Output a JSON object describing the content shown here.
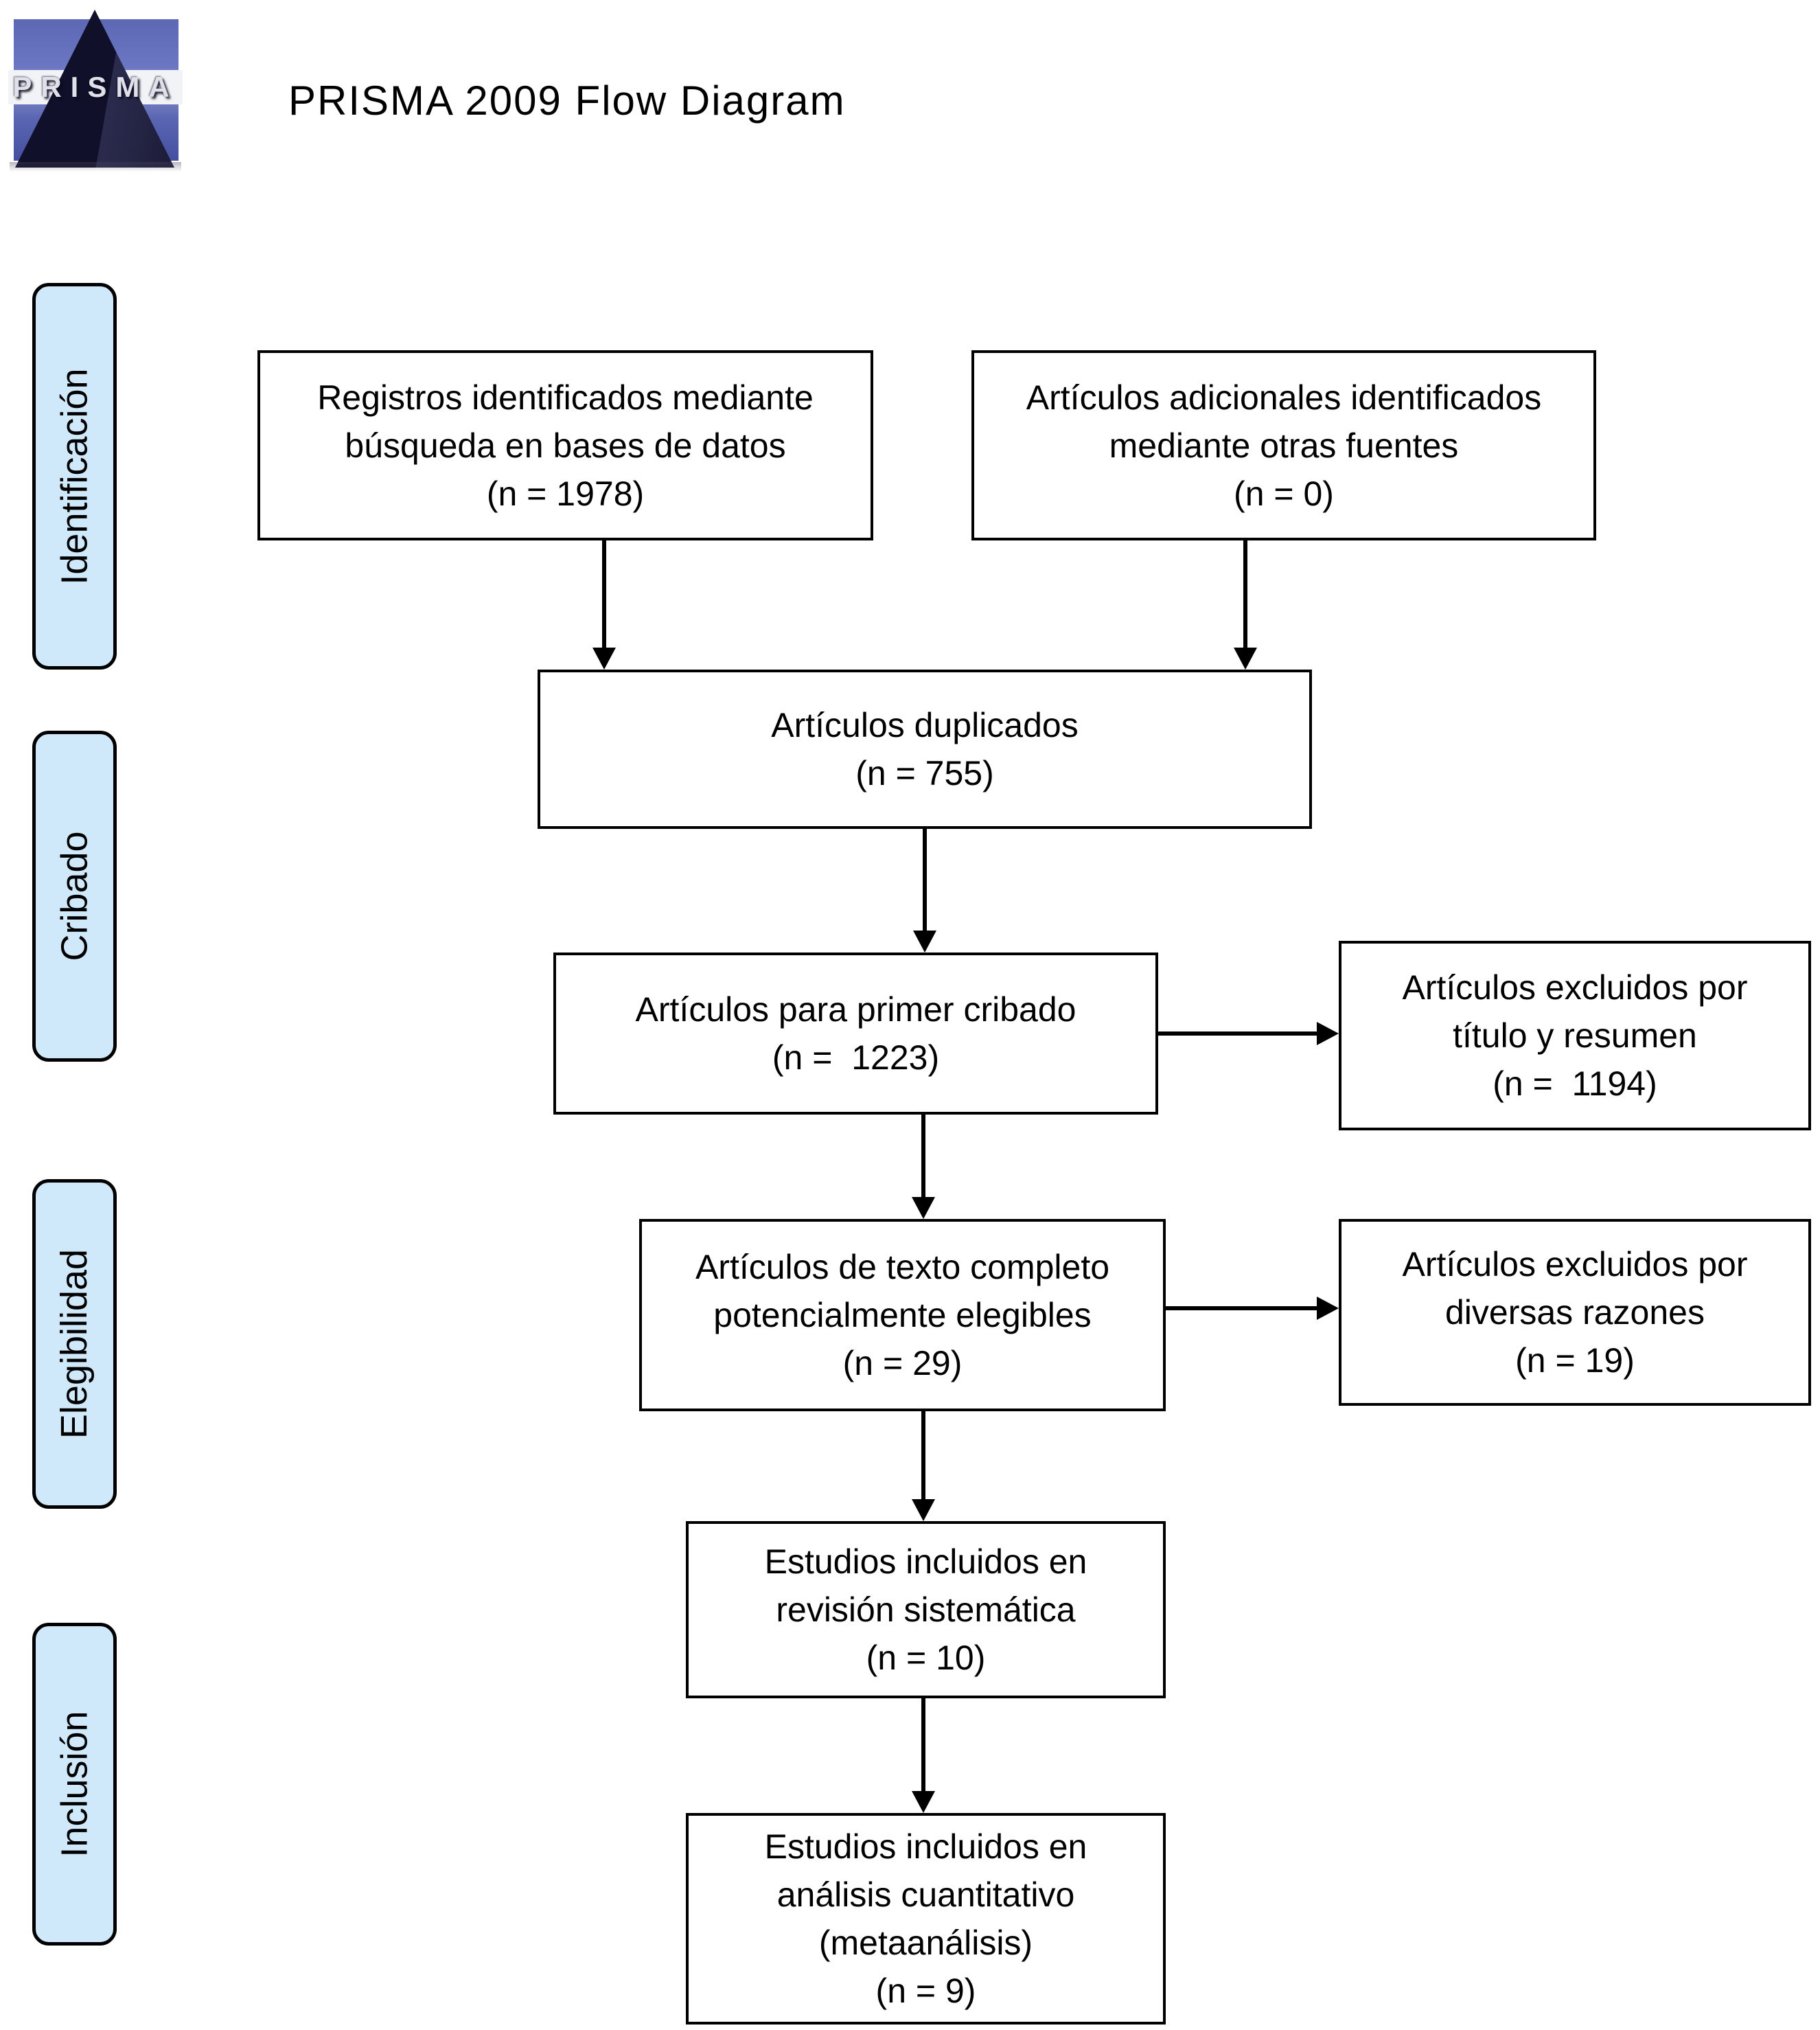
{
  "page": {
    "title": "PRISMA 2009 Flow Diagram"
  },
  "logo": {
    "text": "PRISMA"
  },
  "stages": [
    {
      "label": "Identificación"
    },
    {
      "label": "Cribado"
    },
    {
      "label": "Elegibilidad"
    },
    {
      "label": "Inclusión"
    }
  ],
  "boxes": {
    "identified_databases": {
      "text": "Registros identificados mediante\nbúsqueda en bases de datos",
      "n": "(n = 1978)"
    },
    "identified_other": {
      "text": "Artículos adicionales identificados\nmediante otras fuentes",
      "n": "(n = 0)"
    },
    "duplicates": {
      "text": "Artículos duplicados",
      "n": "(n = 755)"
    },
    "first_screening": {
      "text": "Artículos para primer cribado",
      "n": "(n =  1223)"
    },
    "excluded_title_abstract": {
      "text": "Artículos excluidos por\ntítulo y resumen",
      "n": "(n =  1194)"
    },
    "fulltext_eligible": {
      "text": "Artículos de texto completo\npotencialmente elegibles",
      "n": "(n = 29)"
    },
    "excluded_reasons": {
      "text": "Artículos excluidos por\ndiversas razones",
      "n": "(n = 19)"
    },
    "included_systematic": {
      "text": "Estudios incluidos en\nrevisión sistemática",
      "n": "(n = 10)"
    },
    "included_meta": {
      "text": "Estudios incluidos en\nanálisis cuantitativo\n(metaanálisis)",
      "n": "(n = 9)"
    }
  },
  "colors": {
    "stage_fill": "#cfe9fb",
    "line": "#000000",
    "logo_blue": "#5c68b4",
    "logo_dark": "#10102a"
  }
}
